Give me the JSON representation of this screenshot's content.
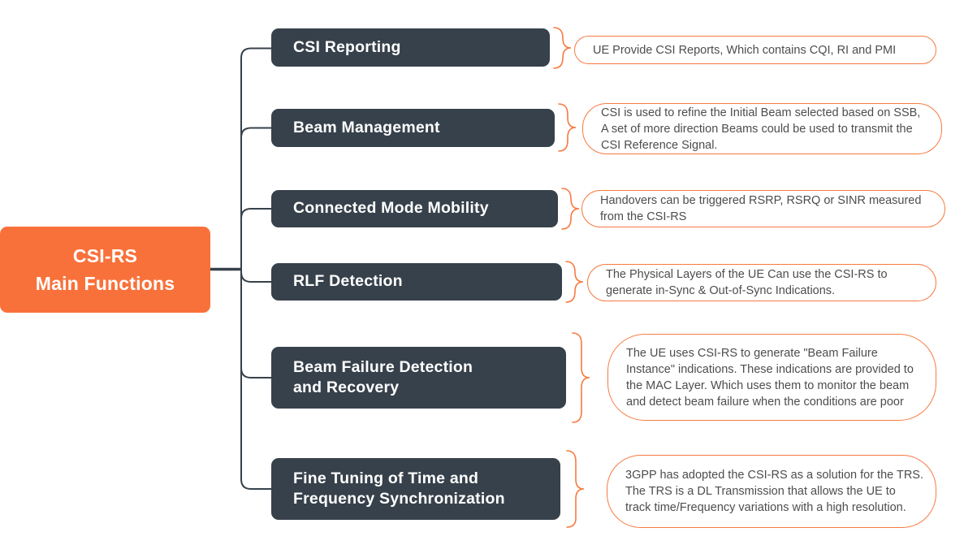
{
  "root": {
    "label": "CSI-RS\nMain Functions"
  },
  "branches": [
    {
      "label": "CSI Reporting",
      "note": "UE Provide CSI Reports, Which contains CQI, RI and PMI"
    },
    {
      "label": "Beam Management",
      "note": "CSI is used to refine the Initial Beam selected based on SSB, A set of more direction Beams could be used to transmit the CSI Reference Signal."
    },
    {
      "label": "Connected Mode Mobility",
      "note": "Handovers can be triggered RSRP, RSRQ or SINR measured from the CSI-RS"
    },
    {
      "label": "RLF Detection",
      "note": "The Physical Layers of the UE Can use the CSI-RS to generate in-Sync & Out-of-Sync Indications."
    },
    {
      "label": "Beam Failure Detection\nand Recovery",
      "note": "The UE uses CSI-RS to generate \"Beam Failure Instance\" indications. These indications are provided to the MAC Layer. Which uses them to monitor the beam and detect beam failure when the conditions are poor"
    },
    {
      "label": "Fine Tuning of Time and\nFrequency Synchronization",
      "note": "3GPP has adopted the CSI-RS as a solution for the TRS. The TRS is a DL Transmission that allows the UE to track time/Frequency variations with a high resolution."
    }
  ],
  "colors": {
    "accent_orange": "#F9713A",
    "outline_orange": "#F77B42",
    "node_dark": "#37414B",
    "note_text": "#4D4D4D"
  }
}
